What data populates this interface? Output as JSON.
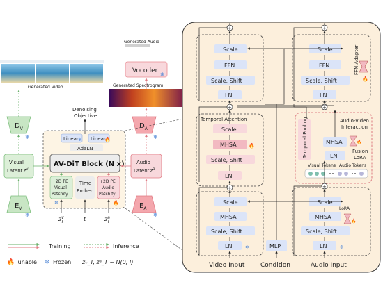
{
  "left": {
    "generated_video": "Generated Video",
    "generated_audio": "Generated Audio",
    "generated_spectrogram": "Generated Spectrogram",
    "vocoder": "Vocoder",
    "denoising_objective_l1": "Denoising",
    "denoising_objective_l2": "Objective",
    "dv": "D",
    "dv_sub": "V",
    "ev": "E",
    "ev_sub": "V",
    "da": "D",
    "da_sub": "A",
    "ea": "E",
    "ea_sub": "A",
    "visual_latent_l1": "Visual",
    "visual_latent_l2": "Latent",
    "visual_latent_sym": "z",
    "visual_latent_sup": "v",
    "visual_latent_sub": "0",
    "audio_latent_l1": "Audio",
    "audio_latent_l2": "Latent",
    "audio_latent_sym": "z",
    "audio_latent_sup": "a",
    "audio_latent_sub": "0",
    "linear_left": "Linear",
    "linear_right": "Linear",
    "adaln": "AdaLN",
    "avdit_block": "AV-DiT Block (N x)",
    "pe_visual_l1": "+2D PE",
    "pe_visual_l2": "Visual",
    "pe_visual_l3": "Patchify",
    "time_embed_l1": "Time",
    "time_embed_l2": "Embed",
    "pe_audio_l1": "+2D PE",
    "pe_audio_l2": "Audio",
    "pe_audio_l3": "Patchify",
    "input_zv": "z",
    "input_zv_sup": "v",
    "input_zv_sub": "T",
    "input_t": "t",
    "input_za": "z",
    "input_za_sup": "a",
    "input_za_sub": "T",
    "legend_training": "Training",
    "legend_inference": "Inference",
    "legend_tunable": "Tunable",
    "legend_frozen": "Frozen",
    "legend_formula": "zᵥ_T, zᵃ_T ~ N(0, I)"
  },
  "right": {
    "scale": "Scale",
    "ffn": "FFN",
    "scale_shift": "Scale, Shift",
    "ln": "LN",
    "mhsa": "MHSA",
    "ffn_adapter": "FFN Adapter",
    "temporal_attention": "Temporal Attention",
    "temporal_pooling": "Temporal Pooling",
    "av_interaction_l1": "Audio-Video",
    "av_interaction_l2": "Interaction",
    "fusion_lora_l1": "Fusion",
    "fusion_lora_l2": "LoRA",
    "visual_tokens": "Visual Tokens",
    "audio_tokens": "Audio Tokens",
    "lora": "LoRA",
    "mlp": "MLP",
    "video_input": "Video Input",
    "condition": "Condition",
    "audio_input": "Audio Input",
    "plus": "+",
    "mult": "×"
  },
  "colors": {
    "panel_bg": "#fcefdc",
    "panel_border": "#333333",
    "block_blue": "#dbe4f8",
    "block_pink": "#f8d8dc",
    "block_pink_dark": "#f2b9c1",
    "green": "#7fbf7f",
    "pink": "#e98a92",
    "green_box": "#dcefd8",
    "red_fill": "#f4a7ad",
    "tunable": "#f08a24",
    "frozen": "#4f86d6"
  }
}
